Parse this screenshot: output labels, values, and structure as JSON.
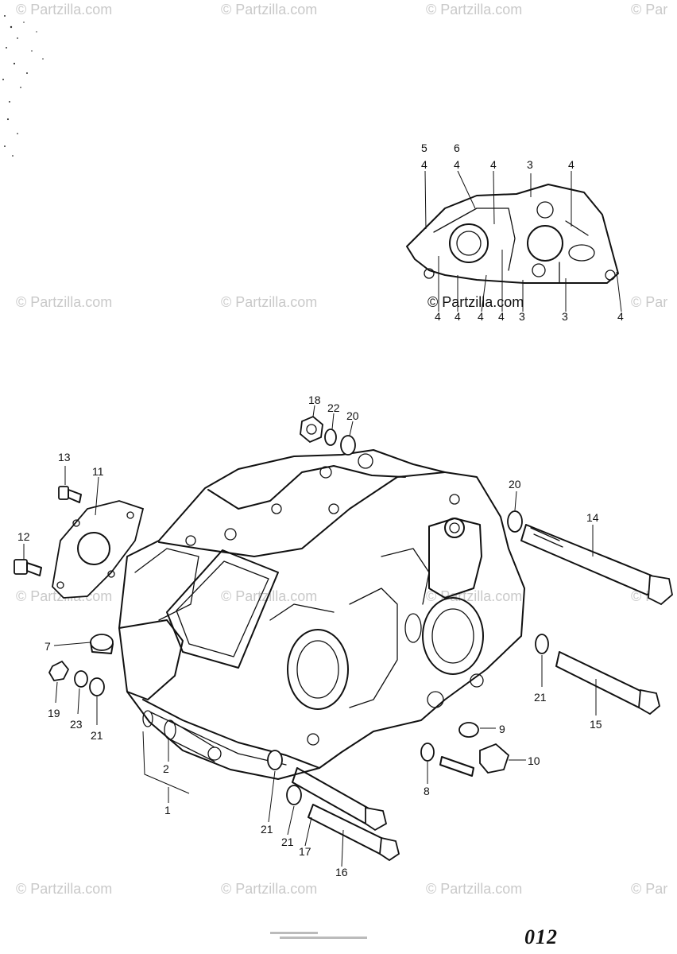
{
  "watermark": "© Partzilla.com",
  "watermark_partial": "© Par",
  "inset": {
    "watermark": "© Partzilla.com",
    "top_callouts": [
      "5",
      "4",
      "6",
      "4",
      "4",
      "3",
      "4"
    ],
    "bottom_callouts": [
      "4",
      "4",
      "4",
      "4",
      "3",
      "3",
      "4"
    ]
  },
  "callouts": {
    "c1": "1",
    "c2": "2",
    "c7": "7",
    "c8": "8",
    "c9": "9",
    "c10": "10",
    "c11": "11",
    "c12": "12",
    "c13": "13",
    "c14": "14",
    "c15": "15",
    "c16": "16",
    "c17": "17",
    "c18": "18",
    "c19": "19",
    "c20a": "20",
    "c20b": "20",
    "c21a": "21",
    "c21b": "21",
    "c21c": "21",
    "c21d": "21",
    "c22": "22",
    "c23": "23"
  },
  "page_number": "012"
}
